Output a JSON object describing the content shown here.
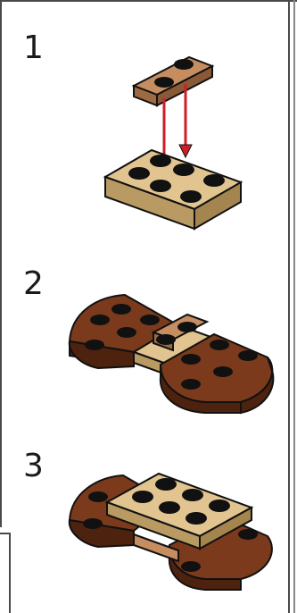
{
  "steps": [
    {
      "number": "1"
    },
    {
      "number": "2"
    },
    {
      "number": "3"
    }
  ],
  "colors": {
    "tan": "#e1c48f",
    "tan_side": "#b99a63",
    "medium_tan": "#c68d61",
    "medium_tan_side": "#9e6a42",
    "dark_brown": "#7a3a1b",
    "dark_brown_side": "#4d220e",
    "stroke": "#111111",
    "arrow": "#cc1f2a",
    "frame": "#4a4a4a"
  },
  "icons": {
    "step1": "brick-2x1-attach-to-plate-2x3",
    "step2": "wedge-plates-around-assembly",
    "step3": "tan-plate-on-top"
  }
}
